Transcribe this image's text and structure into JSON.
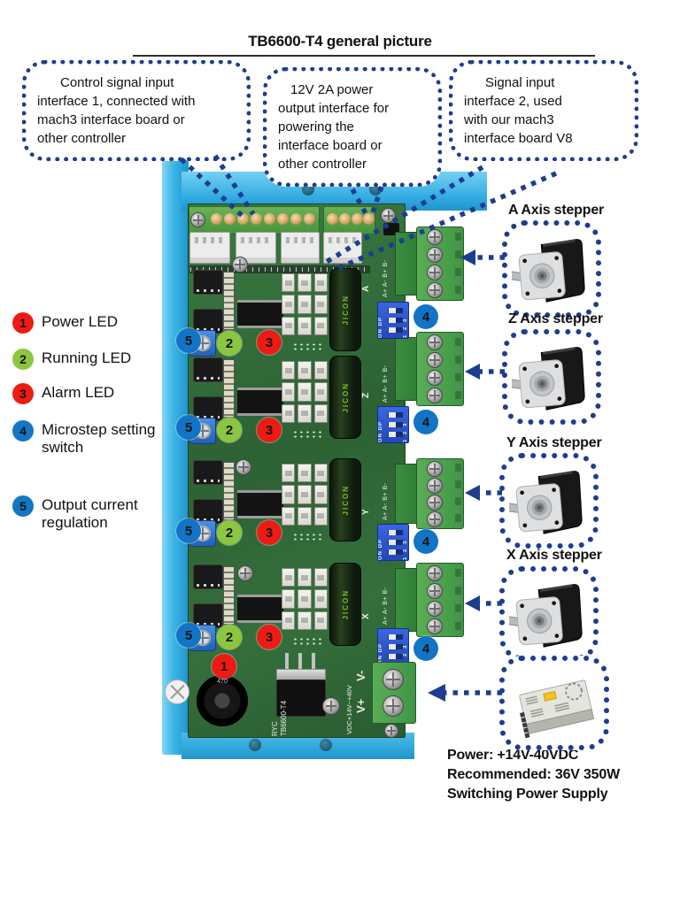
{
  "title": "TB6600-T4 general picture",
  "callouts": {
    "c1": "Control signal input\ninterface 1, connected with\nmach3 interface board or\nother controller",
    "c2": "12V 2A power\noutput interface for\npowering the\ninterface board or\nother controller",
    "c3": "Signal input\ninterface 2, used\nwith our mach3\ninterface board V8"
  },
  "legend": {
    "items": [
      {
        "num": "1",
        "label": "Power LED",
        "color": "#ee1b15"
      },
      {
        "num": "2",
        "label": "Running LED",
        "color": "#8cc63f"
      },
      {
        "num": "3",
        "label": "Alarm LED",
        "color": "#ee1b15"
      },
      {
        "num": "4",
        "label": "Microstep setting switch",
        "color": "#1277c4"
      },
      {
        "num": "5",
        "label": "Output current regulation",
        "color": "#1277c4"
      }
    ]
  },
  "axes": {
    "a": "A Axis stepper",
    "z": "Z Axis stepper",
    "y": "Y Axis stepper",
    "x": "X Axis stepper"
  },
  "power_note": {
    "l1": "Power: +14V-40VDC",
    "l2": "Recommended: 36V 350W",
    "l3": "Switching Power Supply"
  },
  "board": {
    "markers": {
      "power": "1",
      "running": "2",
      "alarm": "3",
      "microstep": "4",
      "current": "5"
    },
    "dip": {
      "on": "ON DP",
      "numbers": "1 2 3"
    },
    "silkscreen": {
      "brand": "RYC",
      "model": "TB6600-T4",
      "voltage": "VDC+14V~+40V",
      "v_plus": "V+",
      "v_minus": "V-",
      "motor_pins": "A+ A- B+ B-",
      "axis_letters": {
        "a": "A",
        "z": "Z",
        "y": "Y",
        "x": "X"
      },
      "capacitor_brand": "JICON",
      "inductor": "470"
    }
  },
  "colors": {
    "navy": "#1d3d91",
    "red": "#ee1b15",
    "green": "#8cc63f",
    "blue": "#1277c4",
    "heatsink_blue": "#33b1e6",
    "pcb_green": "#34703c"
  }
}
